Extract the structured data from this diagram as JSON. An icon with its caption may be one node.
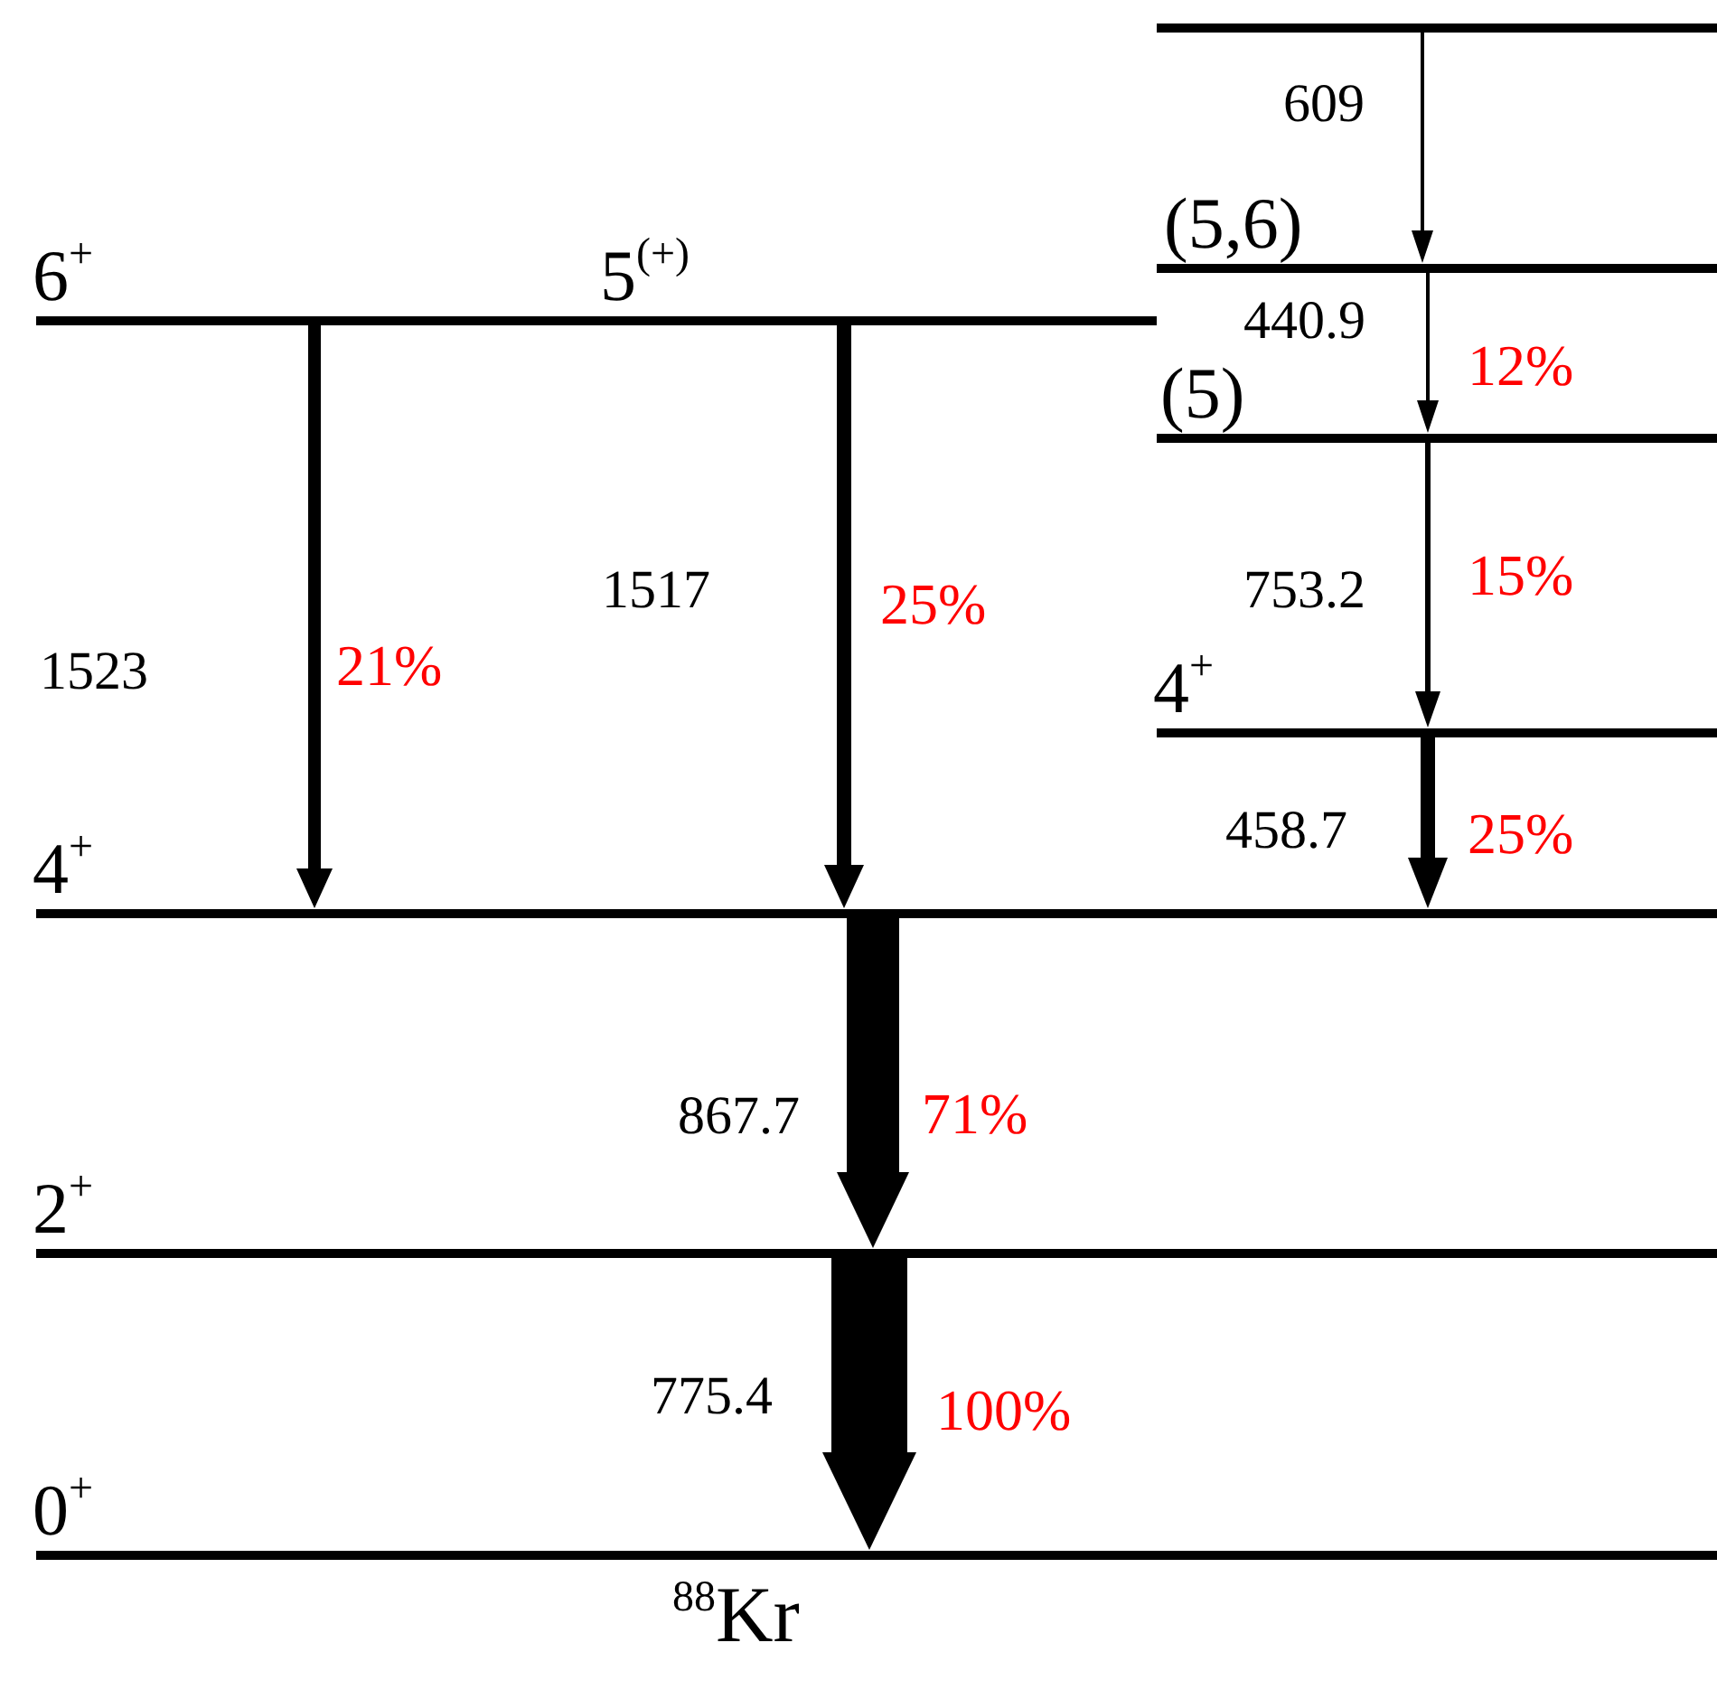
{
  "diagram": {
    "nodes": [
      {
        "text": [
          "6$^{+}$"
        ]
      },
      {
        "text": [
          "5$^{(+)}$"
        ]
      },
      {
        "text": [],
        "shape": "bar"
      },
      {
        "text": [
          "(5,6)"
        ]
      },
      {
        "text": [
          "(5)"
        ]
      },
      {
        "text": [
          "4$^{+}$"
        ]
      },
      {
        "text": [
          "4$^{+}$"
        ]
      },
      {
        "text": [
          "2$^{+}$"
        ]
      },
      {
        "text": [
          "0$^{+}$"
        ]
      }
    ],
    "edges": [
      {
        "from": 0,
        "to": 6,
        "arrow": "to",
        "label": "1523"
      },
      {
        "from": 1,
        "to": 6,
        "arrow": "to",
        "label": "1517"
      },
      {
        "from": 2,
        "to": 3,
        "arrow": "to",
        "label": "609"
      },
      {
        "from": 3,
        "to": 4,
        "arrow": "to",
        "label": "440.9"
      },
      {
        "from": 4,
        "to": 5,
        "arrow": "to",
        "label": "753.2"
      },
      {
        "from": 5,
        "to": 6,
        "arrow": "to",
        "label": "458.7"
      },
      {
        "from": 6,
        "to": 7,
        "arrow": "to",
        "label": "867.7",
        "style": "thick"
      },
      {
        "from": 7,
        "to": 8,
        "arrow": "to",
        "label": "775.4",
        "style": "thick"
      }
    ],
    "labels": [
      "21%",
      "25%",
      "12%",
      "15%",
      "25%",
      "71%",
      "100%",
      "$^{88}$Kr"
    ]
  }
}
